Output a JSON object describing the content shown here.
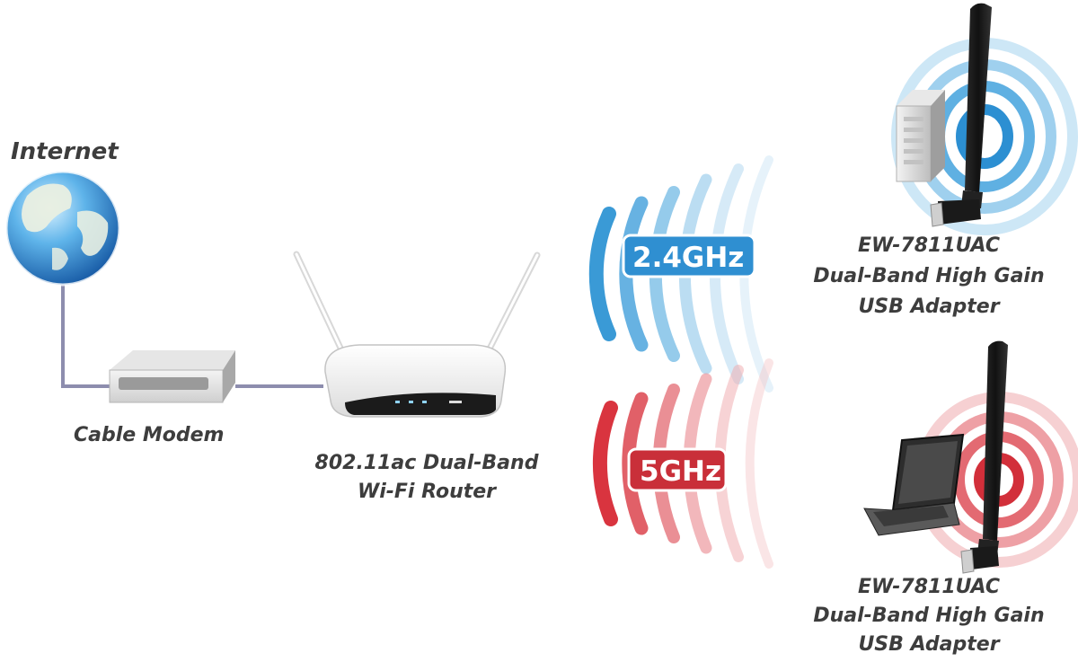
{
  "labels": {
    "internet": "Internet",
    "cable_modem": "Cable Modem",
    "router_line1": "802.11ac Dual-Band",
    "router_line2": "Wi-Fi Router"
  },
  "bands": {
    "band_24": "2.4GHz",
    "band_5": "5GHz"
  },
  "adapters": [
    {
      "model": "EW-7811UAC",
      "line2": "Dual-Band High Gain",
      "line3": "USB Adapter"
    },
    {
      "model": "EW-7811UAC",
      "line2": "Dual-Band High Gain",
      "line3": "USB Adapter"
    }
  ],
  "colors": {
    "band_24": "#3a9ad6",
    "band_5": "#d9343f",
    "cable": "#8d8dae",
    "label_text": "#3d3d3d"
  },
  "icons": [
    "globe-icon",
    "cable-modem-icon",
    "wifi-router-icon",
    "desktop-tower-icon",
    "laptop-icon",
    "usb-adapter-icon"
  ]
}
